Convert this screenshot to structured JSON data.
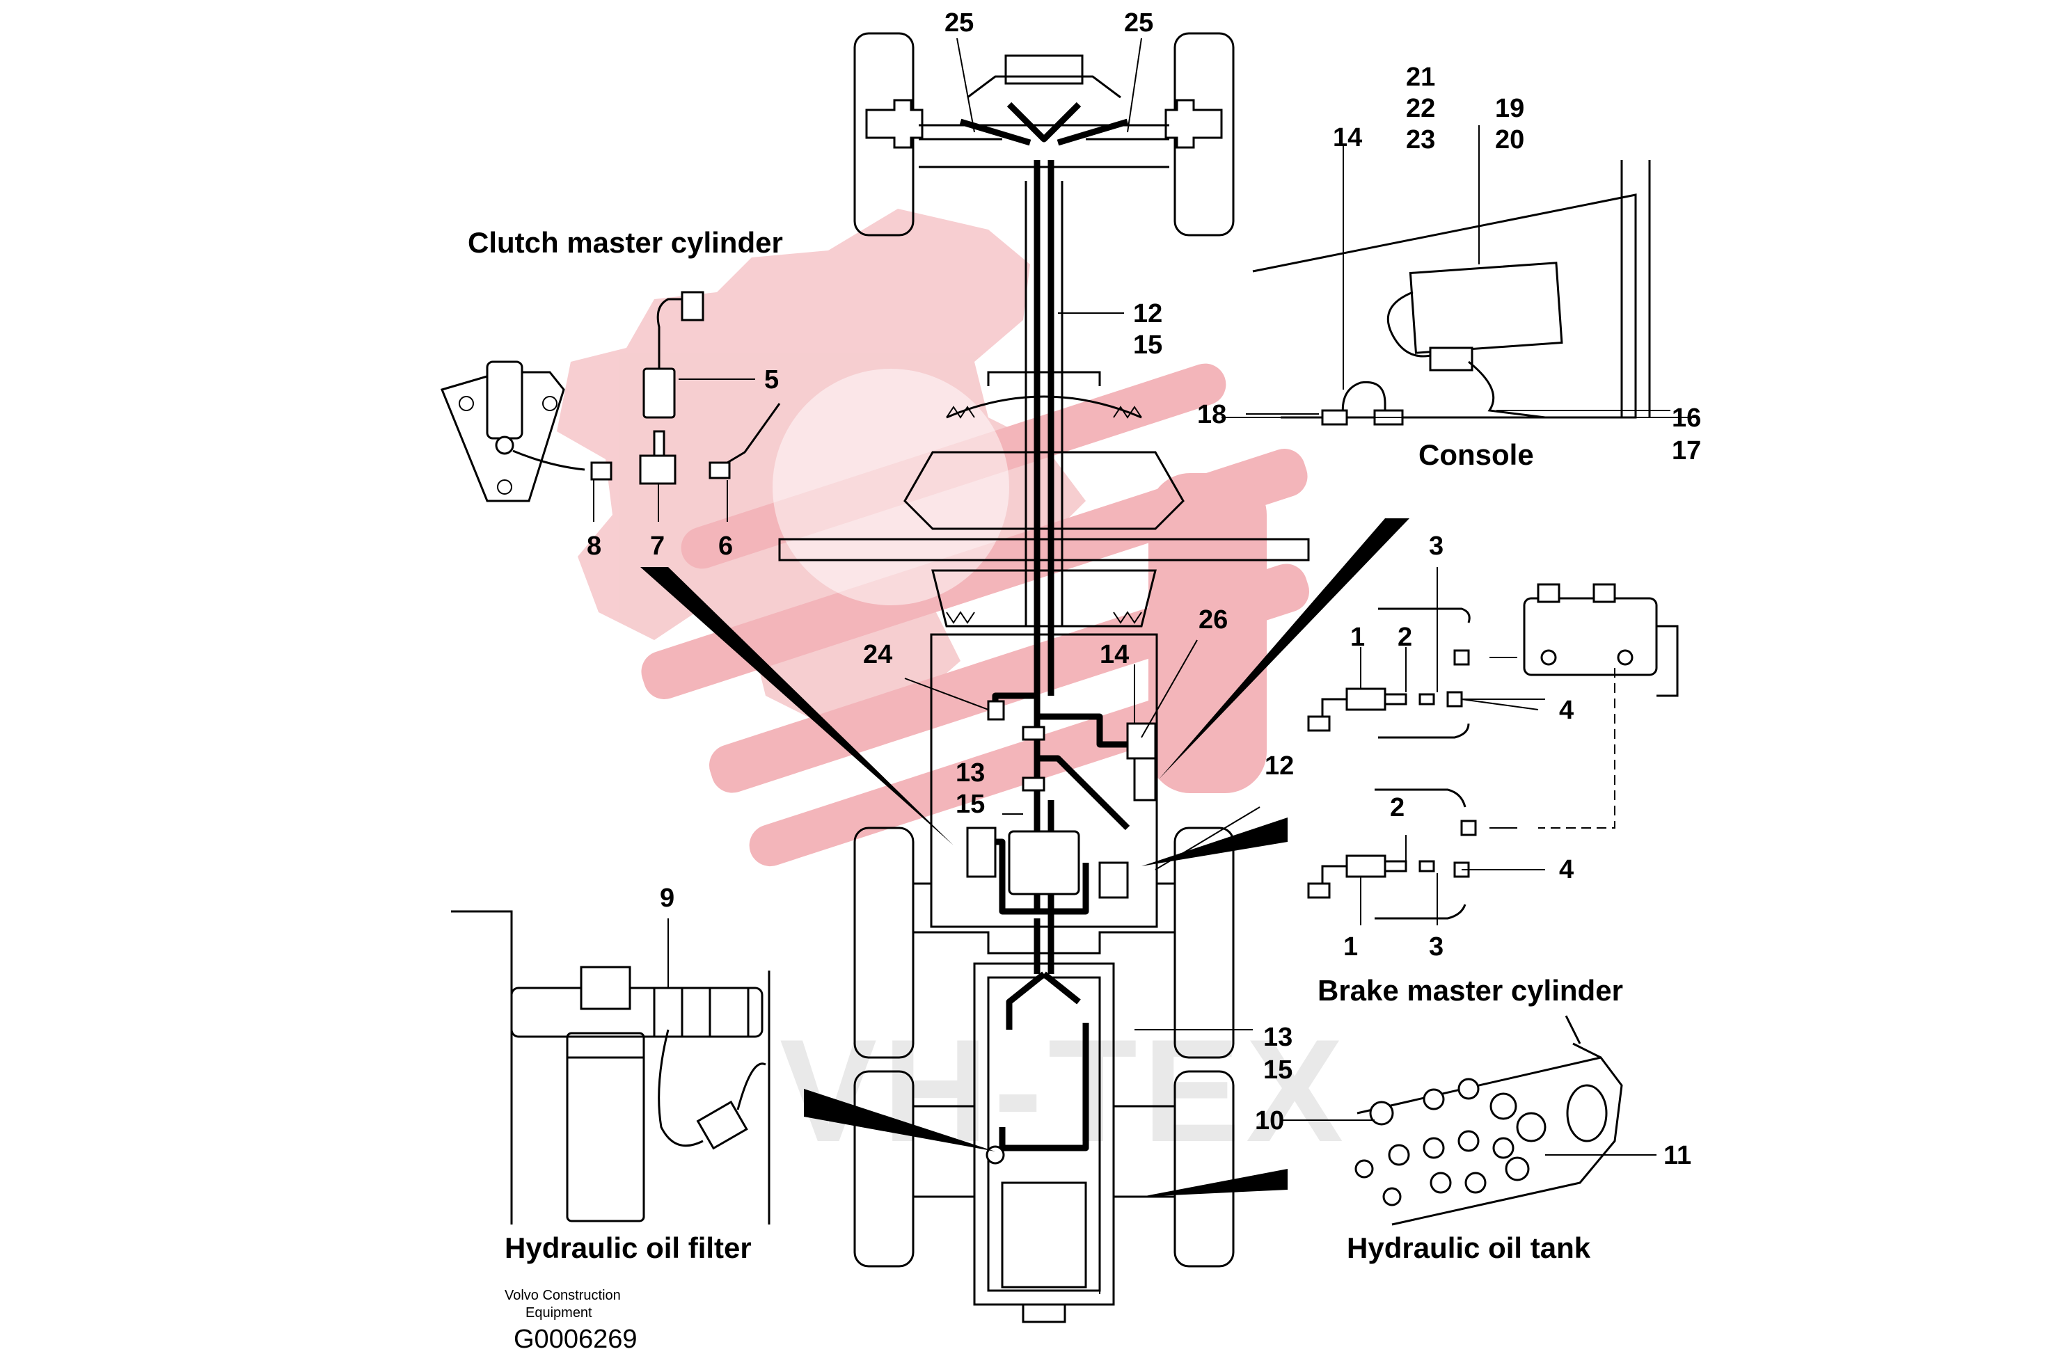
{
  "titles": {
    "clutch": "Clutch master cylinder",
    "console": "Console",
    "brake": "Brake master cylinder",
    "filter": "Hydraulic oil filter",
    "tank": "Hydraulic oil tank"
  },
  "footer": {
    "maker_line1": "Volvo Construction",
    "maker_line2": "Equipment",
    "code": "G0006269"
  },
  "watermark": {
    "text": "VH-TEX",
    "color": "#f2aeb3"
  },
  "callouts": {
    "n25a": "25",
    "n25b": "25",
    "n21": "21",
    "n22": "22",
    "n23": "23",
    "n19": "19",
    "n20": "20",
    "n14top": "14",
    "n12a": "12",
    "n15a": "15",
    "n5": "5",
    "n18": "18",
    "n16": "16",
    "n17": "17",
    "n8": "8",
    "n7": "7",
    "n6": "6",
    "n3a": "3",
    "n26": "26",
    "n24": "24",
    "n14mid": "14",
    "n1a": "1",
    "n2a": "2",
    "n4a": "4",
    "n13a": "13",
    "n15b": "15",
    "n12b": "12",
    "n2b": "2",
    "n4b": "4",
    "n9": "9",
    "n1b": "1",
    "n3b": "3",
    "n13b": "13",
    "n15c": "15",
    "n10": "10",
    "n11": "11"
  }
}
